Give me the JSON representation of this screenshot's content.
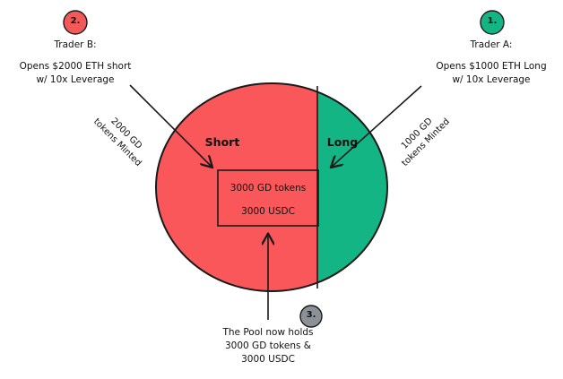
{
  "trader_a": {
    "badge": "1.",
    "title": "Trader A:",
    "action_line1": "Opens $1000 ETH Long",
    "action_line2": "w/ 10x Leverage",
    "minted_line1": "1000 GD",
    "minted_line2": "tokens Minted"
  },
  "trader_b": {
    "badge": "2.",
    "title": "Trader B:",
    "action_line1": "Opens $2000 ETH short",
    "action_line2": "w/ 10x Leverage",
    "minted_line1": "2000 GD",
    "minted_line2": "tokens Minted"
  },
  "pool": {
    "short_label": "Short",
    "long_label": "Long",
    "tokens": "3000 GD tokens",
    "usdc": "3000 USDC"
  },
  "summary": {
    "badge": "3.",
    "line1": "The Pool now holds",
    "line2": "3000 GD tokens &",
    "line3": "3000 USDC"
  },
  "colors": {
    "short": "#f9575a",
    "long": "#13b585",
    "badge_red": "#f25a5a",
    "badge_green": "#13b585",
    "badge_gray": "#8c9197",
    "stroke": "#1a1a1a"
  }
}
